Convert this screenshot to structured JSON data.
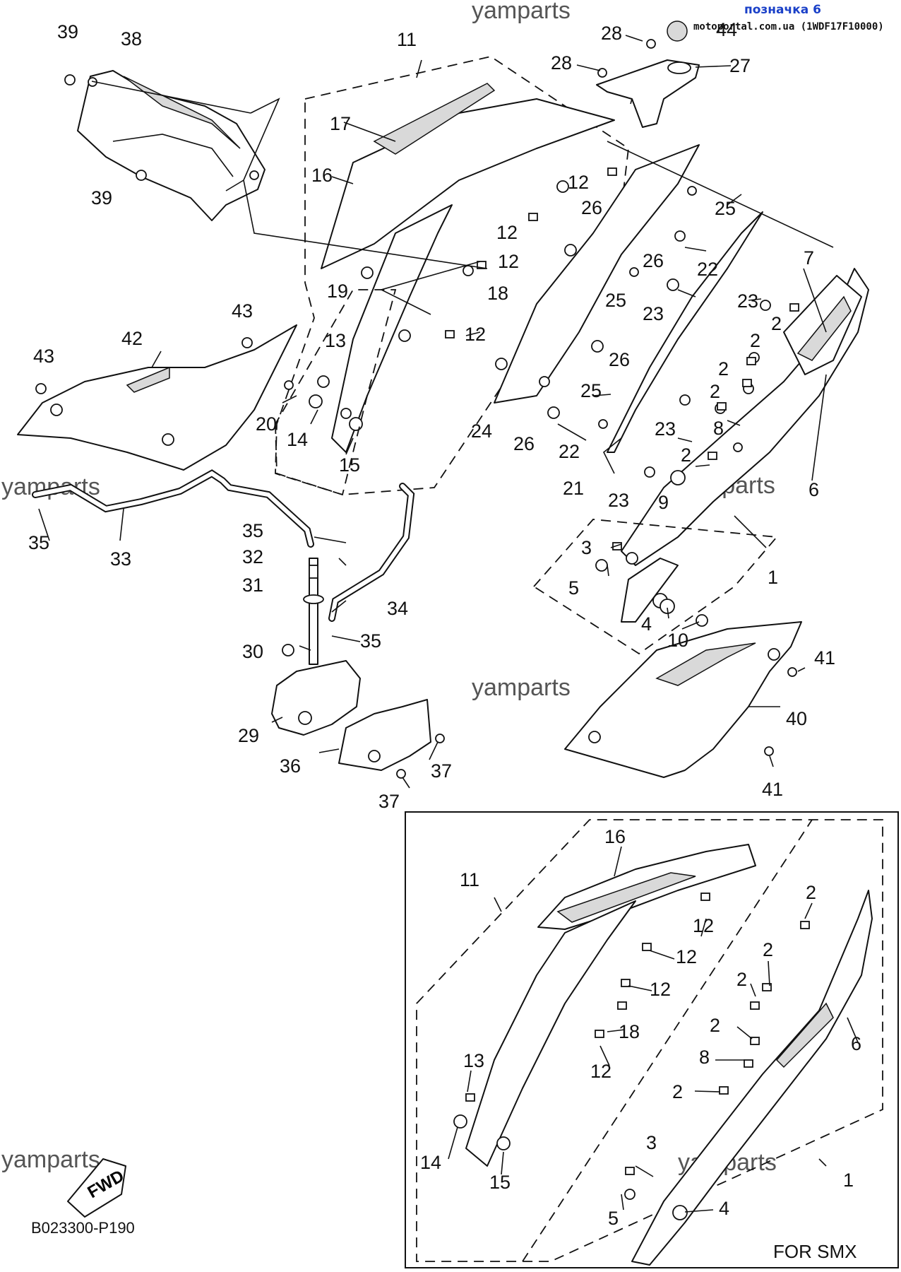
{
  "header": {
    "tag_label": "позначка 6",
    "source_label": "motoportal.com.ua (1WDF17F10000)"
  },
  "watermarks": [
    "yamparts",
    "yamparts",
    "yamparts",
    "yamparts",
    "yamparts",
    "yamparts"
  ],
  "diagram_code": "B023300-P190",
  "fwd_label": "FWD",
  "inset_title": "FOR SMX",
  "callouts": {
    "c39a": "39",
    "c38": "38",
    "c39b": "39",
    "c11": "11",
    "c17": "17",
    "c16": "16",
    "c28a": "28",
    "c28b": "28",
    "c44": "44",
    "c27": "27",
    "c12a": "12",
    "c26a": "26",
    "c25a": "25",
    "c12b": "12",
    "c12c": "12",
    "c26b": "26",
    "c22a": "22",
    "c7": "7",
    "c19": "19",
    "c18": "18",
    "c25b": "25",
    "c23a": "23",
    "c23b": "23",
    "c2a": "2",
    "c12d": "12",
    "c43a": "43",
    "c42": "42",
    "c13": "13",
    "c26c": "26",
    "c2b": "2",
    "c43b": "43",
    "c2c": "2",
    "c2d": "2",
    "c25c": "25",
    "c20": "20",
    "c14": "14",
    "c15": "15",
    "c24": "24",
    "c26d": "26",
    "c22b": "22",
    "c23c": "23",
    "c8": "8",
    "c2e": "2",
    "c21": "21",
    "c23d": "23",
    "c9": "9",
    "c6": "6",
    "c35a": "35",
    "c33": "33",
    "c35b": "35",
    "c32": "32",
    "c31": "31",
    "c34": "34",
    "c3": "3",
    "c5": "5",
    "c1": "1",
    "c4": "4",
    "c10": "10",
    "c30": "30",
    "c35c": "35",
    "c41a": "41",
    "c29": "29",
    "c40": "40",
    "c36": "36",
    "c37a": "37",
    "c37b": "37",
    "c41b": "41"
  },
  "inset_callouts": {
    "i16": "16",
    "i11": "11",
    "i12a": "12",
    "i2a": "2",
    "i12b": "12",
    "i2b": "2",
    "i12c": "12",
    "i2c": "2",
    "i18": "18",
    "i2d": "2",
    "i6": "6",
    "i13": "13",
    "i12d": "12",
    "i8": "8",
    "i2e": "2",
    "i14": "14",
    "i15": "15",
    "i3": "3",
    "i1": "1",
    "i5": "5",
    "i4": "4"
  }
}
